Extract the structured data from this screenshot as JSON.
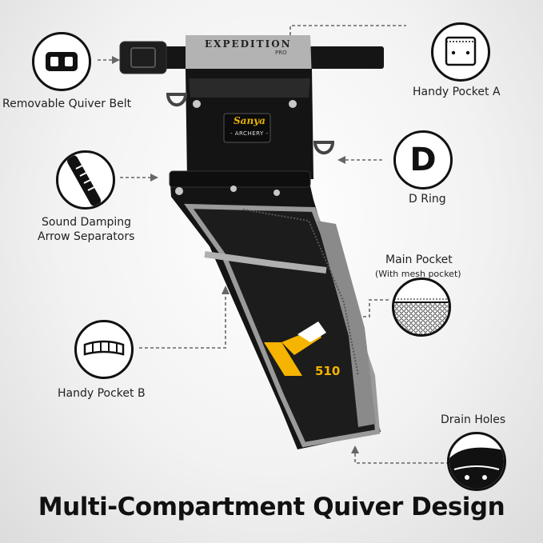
{
  "title": "Multi-Compartment Quiver Design",
  "callouts": {
    "belt": "Removable Quiver Belt",
    "pocket_a": "Handy Pocket A",
    "d_ring": "D Ring",
    "d_symbol": "D",
    "separators_line1": "Sound Damping",
    "separators_line2": "Arrow Separators",
    "main_pocket": "Main Pocket",
    "main_pocket_sub": "(With mesh pocket)",
    "pocket_b": "Handy Pocket B",
    "drain": "Drain Holes"
  },
  "product": {
    "top_brand": "EXPEDITION",
    "top_brand_sub": "PRO",
    "patch_script": "Sanya",
    "patch_name": "- ARCHERY -",
    "model": "510"
  },
  "colors": {
    "quiver_black": "#141414",
    "trim_gray": "#9a9a9a",
    "logo_yellow": "#f5b400",
    "arrow_gray": "#777777"
  }
}
